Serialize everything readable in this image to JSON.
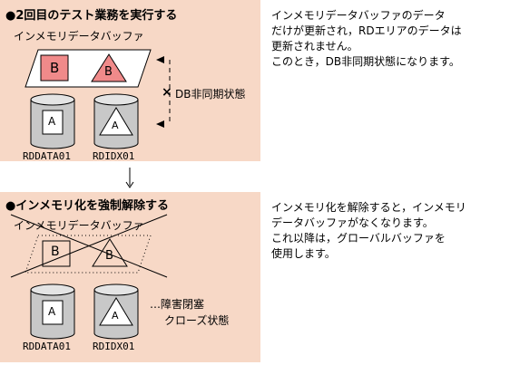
{
  "step1": {
    "title": "●2回目のテスト業務を実行する",
    "buffer_label": "インメモリデータバッファ",
    "sync_label": "DB非同期状態",
    "sync_mark": "×",
    "box_letter": "B",
    "tri_letter": "B",
    "disk1_letter": "A",
    "disk2_letter": "A",
    "disk1_name": "RDDATA01",
    "disk2_name": "RDIDX01",
    "note_lines": [
      "インメモリデータバッファのデータ",
      "だけが更新され，RDエリアのデータは",
      "更新されません。",
      "このとき，DB非同期状態になります。"
    ]
  },
  "step2": {
    "title": "●インメモリ化を強制解除する",
    "buffer_label": "インメモリデータバッファ",
    "status_line1": "…障害閉塞",
    "status_line2": "クローズ状態",
    "box_letter": "B",
    "tri_letter": "B",
    "disk1_letter": "A",
    "disk2_letter": "A",
    "disk1_name": "RDDATA01",
    "disk2_name": "RDIDX01",
    "note_lines": [
      "インメモリ化を解除すると，インメモリ",
      "データバッファがなくなります。",
      "これ以降は，グローバルバッファを",
      "使用します。"
    ]
  },
  "colors": {
    "panel": "#f7d8c6",
    "highlight": "#f08a8a",
    "disk_body": "#c8c8c8"
  }
}
